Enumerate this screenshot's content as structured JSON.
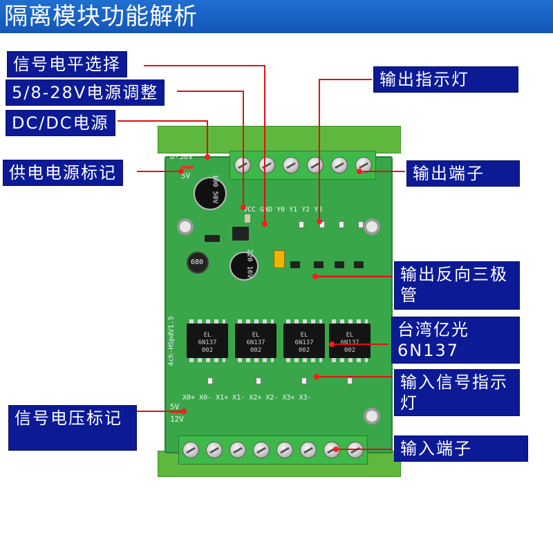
{
  "title": "隔离模块功能解析",
  "callouts": {
    "signal_level_select": "信号电平选择",
    "power_adjust": "5/8-28V电源调整",
    "dcdc_power": "DC/DC电源",
    "supply_mark": "供电电源标记",
    "output_indicator": "输出指示灯",
    "output_terminal": "输出端子",
    "output_transistor": "输出反向三极管",
    "optocoupler": "台湾亿光6N137",
    "input_indicator": "输入信号指示灯",
    "signal_voltage_mark": "信号电压标记",
    "input_terminal": "输入端子"
  },
  "board": {
    "supply_range": "8-30V",
    "supply_5v": "5V",
    "output_pins": "VCC GND  Y0  Y1  Y2  Y3",
    "input_pins": "X0+ X0- X1+ X1- X2+ X2- X3+ X3-",
    "input_5v": "5V",
    "input_12v": "12V",
    "chip_label": "EL\n6N137\n002",
    "model": "4ch-HSpdV1.5",
    "cap1": "100\n50V",
    "cap2": "220\n16V",
    "inductor": "680"
  },
  "colors": {
    "title_bg": "#1456b6",
    "callout_bg": "#0c1a96",
    "leader": "#e01010",
    "pcb": "#3aa64a"
  }
}
